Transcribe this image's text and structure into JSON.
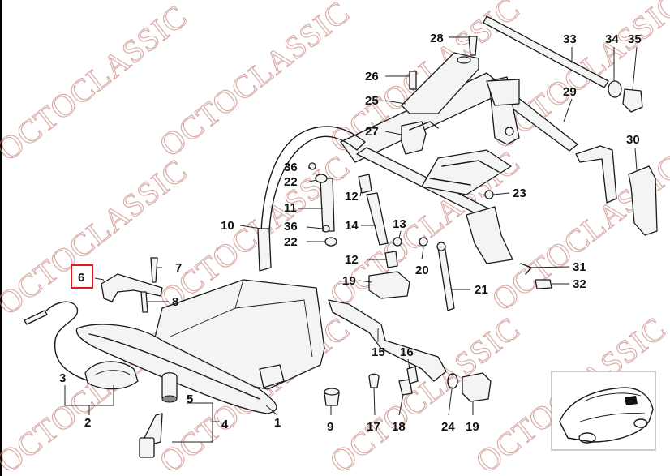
{
  "watermark": {
    "text": "OCTOCLASSIC",
    "color": "#c98b84"
  },
  "highlight": {
    "part": "6",
    "color": "#e0191b"
  },
  "inset": {
    "description_icon": "car-location-icon"
  },
  "labels": {
    "p1": "1",
    "p2": "2",
    "p3": "3",
    "p4": "4",
    "p5": "5",
    "p6": "6",
    "p7": "7",
    "p8": "8",
    "p9": "9",
    "p10": "10",
    "p11": "11",
    "p12a": "12",
    "p12b": "12",
    "p13": "13",
    "p14": "14",
    "p15": "15",
    "p16": "16",
    "p17": "17",
    "p18": "18",
    "p19a": "19",
    "p19b": "19",
    "p20": "20",
    "p21": "21",
    "p22a": "22",
    "p22b": "22",
    "p23": "23",
    "p24": "24",
    "p25": "25",
    "p26": "26",
    "p27": "27",
    "p28": "28",
    "p29": "29",
    "p30": "30",
    "p31": "31",
    "p32": "32",
    "p33": "33",
    "p34": "34",
    "p35": "35",
    "p36a": "36",
    "p36b": "36"
  }
}
